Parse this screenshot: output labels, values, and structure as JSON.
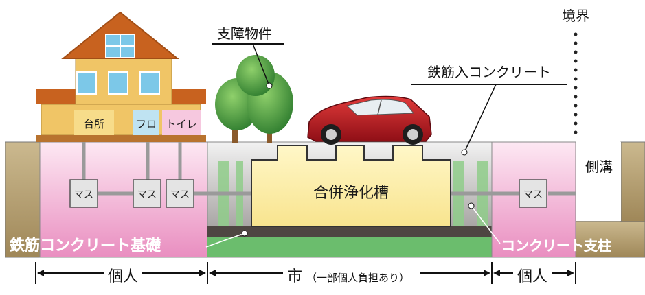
{
  "labels": {
    "boundary": "境界",
    "obstruction": "支障物件",
    "rebar_concrete": "鉄筋入コンクリート",
    "side_ditch": "側溝",
    "kitchen": "台所",
    "bath": "フロ",
    "toilet": "トイレ",
    "septic_tank": "合併浄化槽",
    "rebar_foundation": "鉄筋コンクリート基礎",
    "concrete_pillar": "コンクリート支柱",
    "masu": "マス"
  },
  "dimensions": {
    "left": "個人",
    "middle": "市",
    "middle_note": "（一部個人負担あり）",
    "right": "個人"
  },
  "colors": {
    "roof": "#c8621f",
    "wall": "#f0c566",
    "pink_zone": "#efa3cc",
    "tank": "#fbeda6",
    "car": "#c21a22",
    "tree": "#4c9e3c",
    "green_layer": "#6bbd6d",
    "ground": "#b49b6c"
  }
}
